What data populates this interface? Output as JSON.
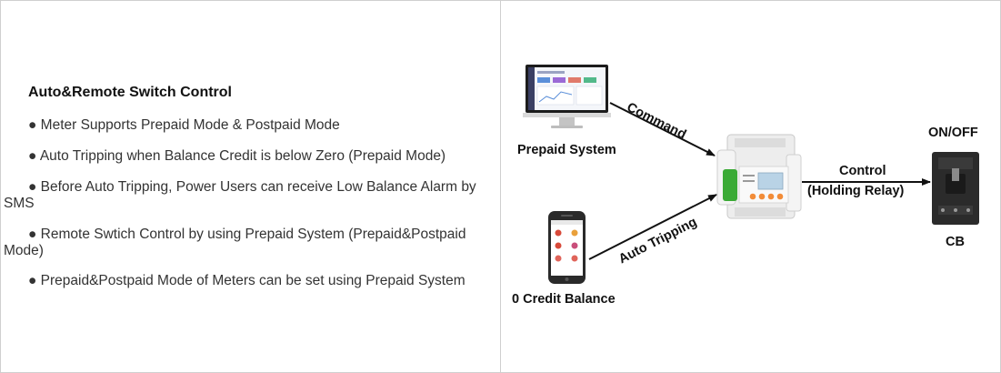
{
  "features": {
    "title": "Auto&Remote Switch Control",
    "bullet_glyph": "●",
    "items": [
      "● Meter Supports Prepaid Mode & Postpaid Mode",
      "● Auto Tripping when Balance Credit is below Zero (Prepaid Mode)",
      "● Before Auto Tripping, Power Users can receive Low Balance Alarm by SMS",
      "● Remote Swtich Control by using Prepaid System (Prepaid&Postpaid Mode)",
      "● Prepaid&Postpaid Mode of Meters can be set using Prepaid System"
    ]
  },
  "diagram": {
    "prepaid_system_label": "Prepaid System",
    "credit_balance_label": "0 Credit Balance",
    "command_label": "Command",
    "auto_tripping_label": "Auto Tripping",
    "control_label": "Control",
    "holding_relay_label": "(Holding Relay)",
    "onoff_label": "ON/OFF",
    "cb_label": "CB",
    "icons": [
      "monitor-icon",
      "smartphone-icon",
      "energy-meter-icon",
      "circuit-breaker-icon"
    ],
    "colors": {
      "arrow": "#111111",
      "meter_body": "#ededed",
      "meter_green": "#3aaa35",
      "meter_buttons": "#f28c38",
      "meter_display": "#b9d3e6",
      "breaker_body": "#2b2b2b"
    }
  }
}
